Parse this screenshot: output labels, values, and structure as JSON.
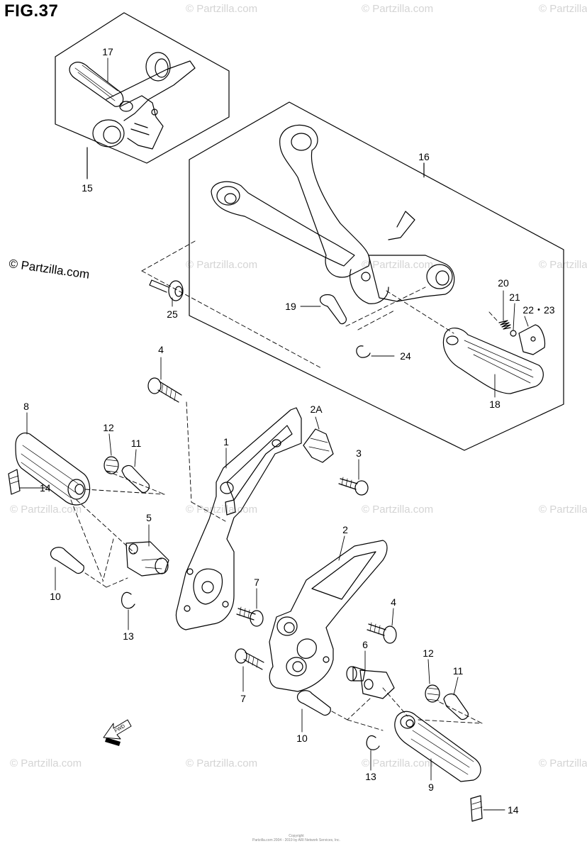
{
  "figure": {
    "title": "FIG.37"
  },
  "brand_notice": "© Partzilla.com",
  "watermark_text": "© Partzilla.com",
  "copyright": [
    "Copyright",
    "Partzilla.com 2004 - 2019 by ARI Network Services, Inc."
  ],
  "fwd_label": "FWD",
  "callouts": {
    "c1": "1",
    "c2": "2",
    "c2a": "2A",
    "c3": "3",
    "c4a": "4",
    "c4b": "4",
    "c5": "5",
    "c6": "6",
    "c7a": "7",
    "c7b": "7",
    "c8": "8",
    "c9": "9",
    "c10a": "10",
    "c10b": "10",
    "c11a": "11",
    "c11b": "11",
    "c12a": "12",
    "c12b": "12",
    "c13a": "13",
    "c13b": "13",
    "c14a": "14",
    "c14b": "14",
    "c15": "15",
    "c16": "16",
    "c17": "17",
    "c18": "18",
    "c19": "19",
    "c20": "20",
    "c21": "21",
    "c2223": "22・23",
    "c24": "24",
    "c25": "25"
  }
}
